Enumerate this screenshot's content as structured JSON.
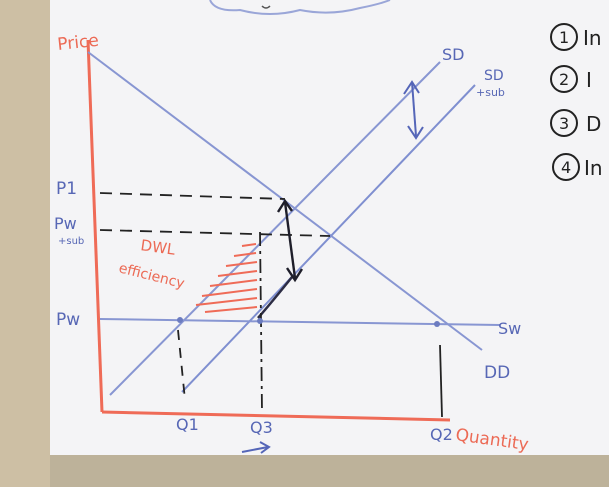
{
  "diagram": {
    "axis_labels": {
      "y": "Price",
      "x": "Quantity"
    },
    "curves": {
      "domestic_supply": "SD",
      "supply_with_subsidy_line1": "SD",
      "supply_with_subsidy_line2": "+sub",
      "world_supply": "Sw",
      "domestic_demand": "DD"
    },
    "price_labels": {
      "p1": "P1",
      "pw_sub_line1": "Pw",
      "pw_sub_line2": "+sub",
      "pw": "Pw"
    },
    "quantity_labels": {
      "q1": "Q1",
      "q3": "Q3",
      "q2": "Q2"
    },
    "annotation": {
      "line1": "DWL",
      "line2": "efficiency"
    }
  },
  "side_list": [
    {
      "num": "1",
      "text": "In"
    },
    {
      "num": "2",
      "text": "I"
    },
    {
      "num": "3",
      "text": "D"
    },
    {
      "num": "4",
      "text": "In"
    }
  ],
  "colors": {
    "board": "#f3f3f6",
    "blue_ink": "#7f8fd0",
    "red_ink": "#ec6a55",
    "black_ink": "#222222"
  }
}
